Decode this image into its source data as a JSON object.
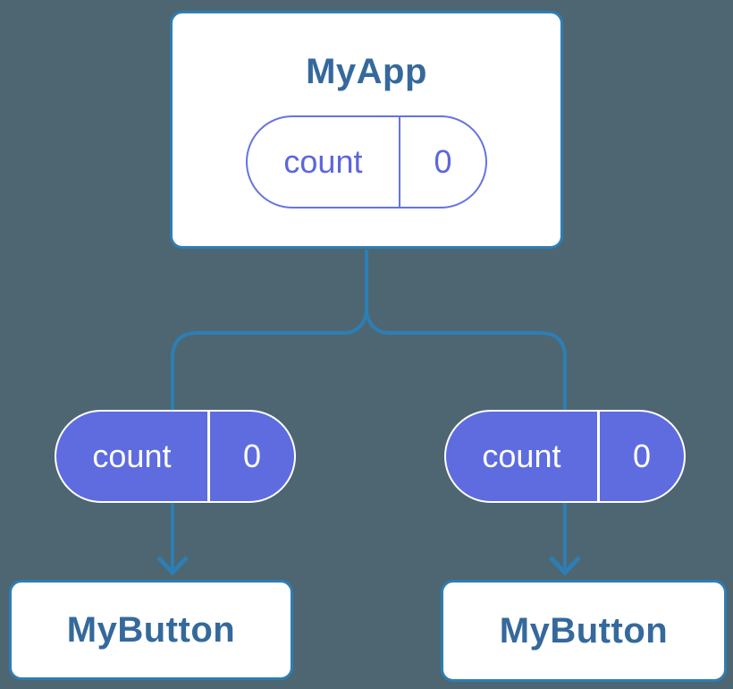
{
  "colors": {
    "background": "#4d6671",
    "line_blue": "#2e7eb4",
    "title_text": "#35699c",
    "purple": "#5e6ce0",
    "purple_border": "#6673e2",
    "purple_text": "#5c66dc"
  },
  "diagram": {
    "root": {
      "title": "MyApp",
      "state": {
        "name": "count",
        "value": "0"
      }
    },
    "children": [
      {
        "title": "MyButton",
        "prop": {
          "name": "count",
          "value": "0"
        }
      },
      {
        "title": "MyButton",
        "prop": {
          "name": "count",
          "value": "0"
        }
      }
    ]
  }
}
